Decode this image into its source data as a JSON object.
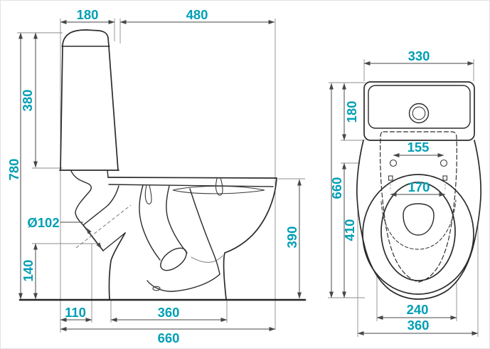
{
  "drawing": {
    "kind": "technical-dimension-drawing",
    "subject": "close-coupled toilet with cistern, side elevation and plan view",
    "units": "mm",
    "accent_color": "#009fb4",
    "line_color": "#2b2b2b",
    "background_color": "#ffffff"
  },
  "side_view": {
    "dims": {
      "cistern_top_width": "180",
      "seat_projection": "480",
      "cistern_height": "380",
      "total_height": "780",
      "outlet_diameter": "Ø102",
      "outlet_center_height": "140",
      "rim_height": "390",
      "outlet_offset": "110",
      "base_depth": "360",
      "total_depth": "660"
    }
  },
  "top_view": {
    "dims": {
      "cistern_width": "330",
      "cistern_depth": "180",
      "hinge_hole_spacing": "155",
      "bumper_spacing": "170",
      "total_depth": "660",
      "bowl_depth": "410",
      "bowl_inner_width": "240",
      "bowl_width": "360"
    }
  }
}
